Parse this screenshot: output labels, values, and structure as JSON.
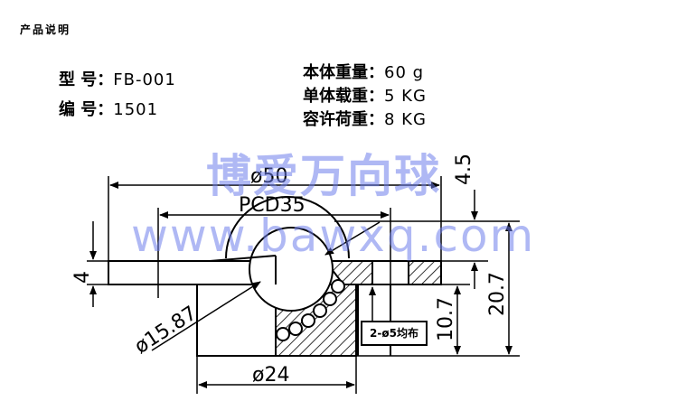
{
  "header": {
    "title": "产品说明"
  },
  "specs": {
    "model": {
      "label": "型  号：",
      "value": "FB-001"
    },
    "code": {
      "label": "编  号：",
      "value": "1501"
    },
    "weight": {
      "label": "本体重量：",
      "value": "60 g"
    },
    "load_single": {
      "label": "单体载重：",
      "value": "5 KG"
    },
    "load_allow": {
      "label": "容许荷重：",
      "value": "8 KG"
    }
  },
  "watermark": {
    "text": "博爱万向球",
    "url": "www.bawxq.com"
  },
  "drawing": {
    "dims": {
      "outer_dia": "ø50",
      "pcd": "PCD35",
      "ball_dia": "ø15.87",
      "base_dia": "ø24",
      "flange_thk": "4",
      "ball_protrude": "4.5",
      "total_height": "20.7",
      "base_height": "10.7"
    },
    "note": "2-ø5均布",
    "line_color": "#000000"
  }
}
